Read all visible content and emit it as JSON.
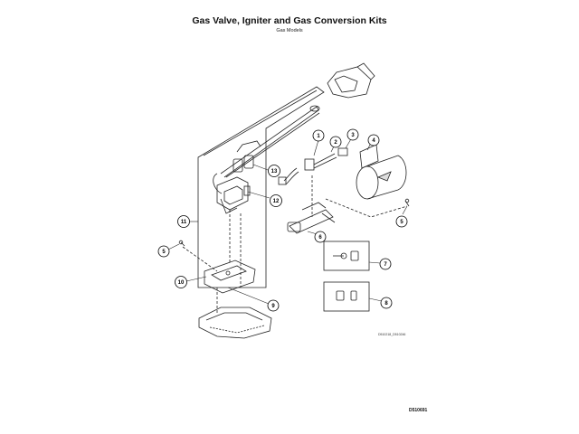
{
  "header": {
    "title": "Gas Valve, Igniter and Gas Conversion Kits",
    "subtitle": "Gas Models"
  },
  "callouts": [
    {
      "label": "1"
    },
    {
      "label": "2"
    },
    {
      "label": "3"
    },
    {
      "label": "4"
    },
    {
      "label": "5"
    },
    {
      "label": "6"
    },
    {
      "label": "7"
    },
    {
      "label": "8"
    },
    {
      "label": "9"
    },
    {
      "label": "10"
    },
    {
      "label": "11"
    },
    {
      "label": "12"
    },
    {
      "label": "13"
    },
    {
      "label": "5"
    }
  ],
  "footer": {
    "illustration_code": "D510218_D510246",
    "page_code": "D510691"
  }
}
